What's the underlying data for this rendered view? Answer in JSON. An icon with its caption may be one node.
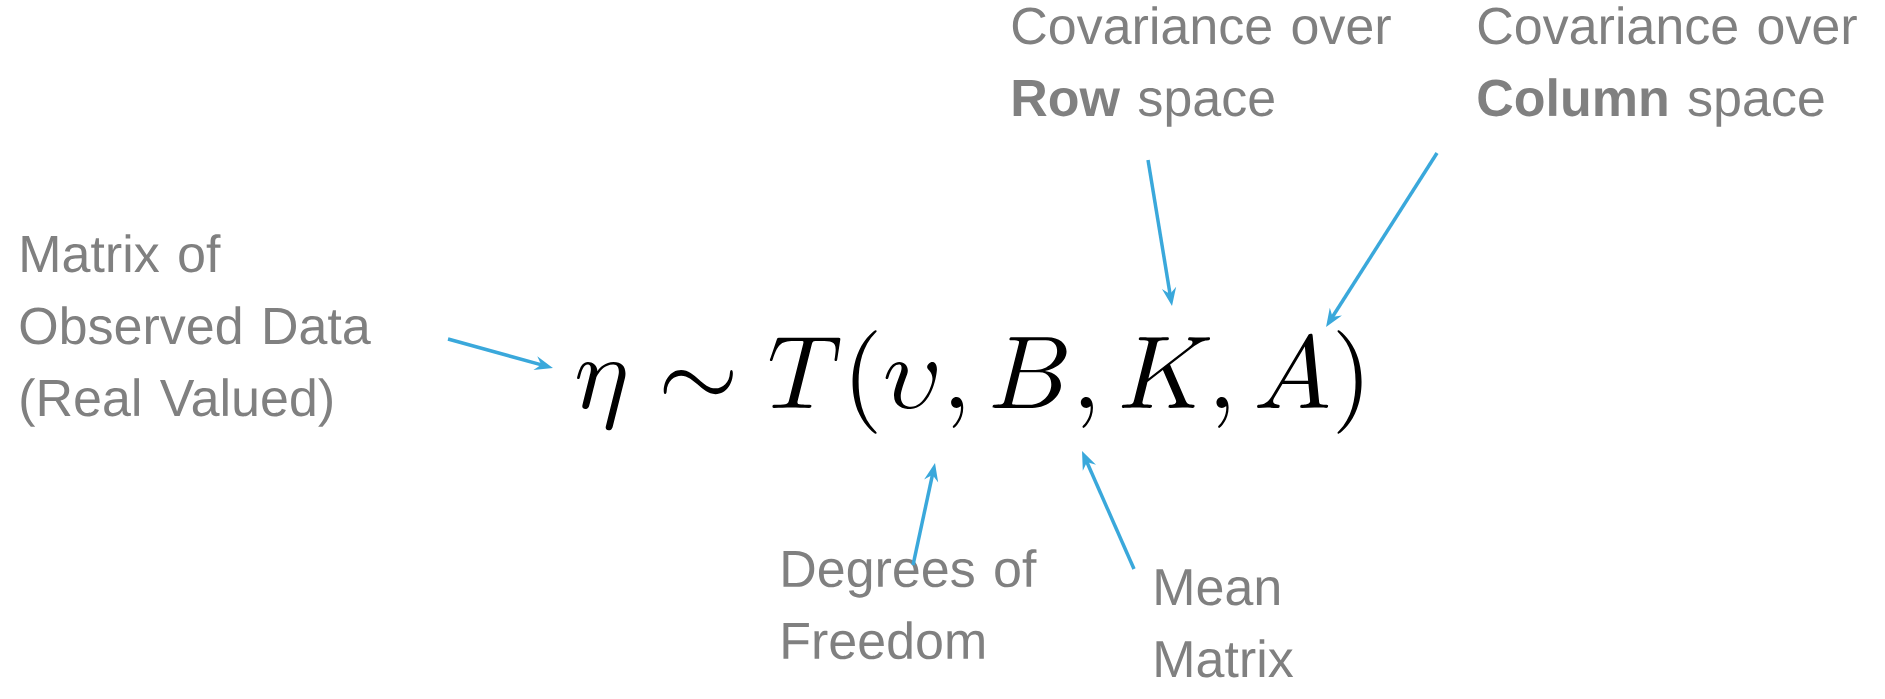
{
  "diagram": {
    "nodes": [
      {
        "text": [
          "Matrix of Observed Data (Real Valued)"
        ]
      },
      {
        "text": [
          "Covariance over **Row** space"
        ]
      },
      {
        "text": [
          "Covariance over **Column** space"
        ]
      },
      {
        "text": [
          "Degrees of Freedom"
        ]
      },
      {
        "text": [
          "Mean Matrix"
        ]
      },
      {
        "text": [
          "\\eta \\sim T(\\upsilon, B, K, A)"
        ]
      }
    ],
    "edges": [
      {
        "from": 0,
        "to": 5,
        "arrow": "to"
      },
      {
        "from": 1,
        "to": 5,
        "arrow": "to"
      },
      {
        "from": 2,
        "to": 5,
        "arrow": "to"
      },
      {
        "from": 3,
        "to": 5,
        "arrow": "to"
      },
      {
        "from": 4,
        "to": 5,
        "arrow": "to"
      }
    ]
  }
}
